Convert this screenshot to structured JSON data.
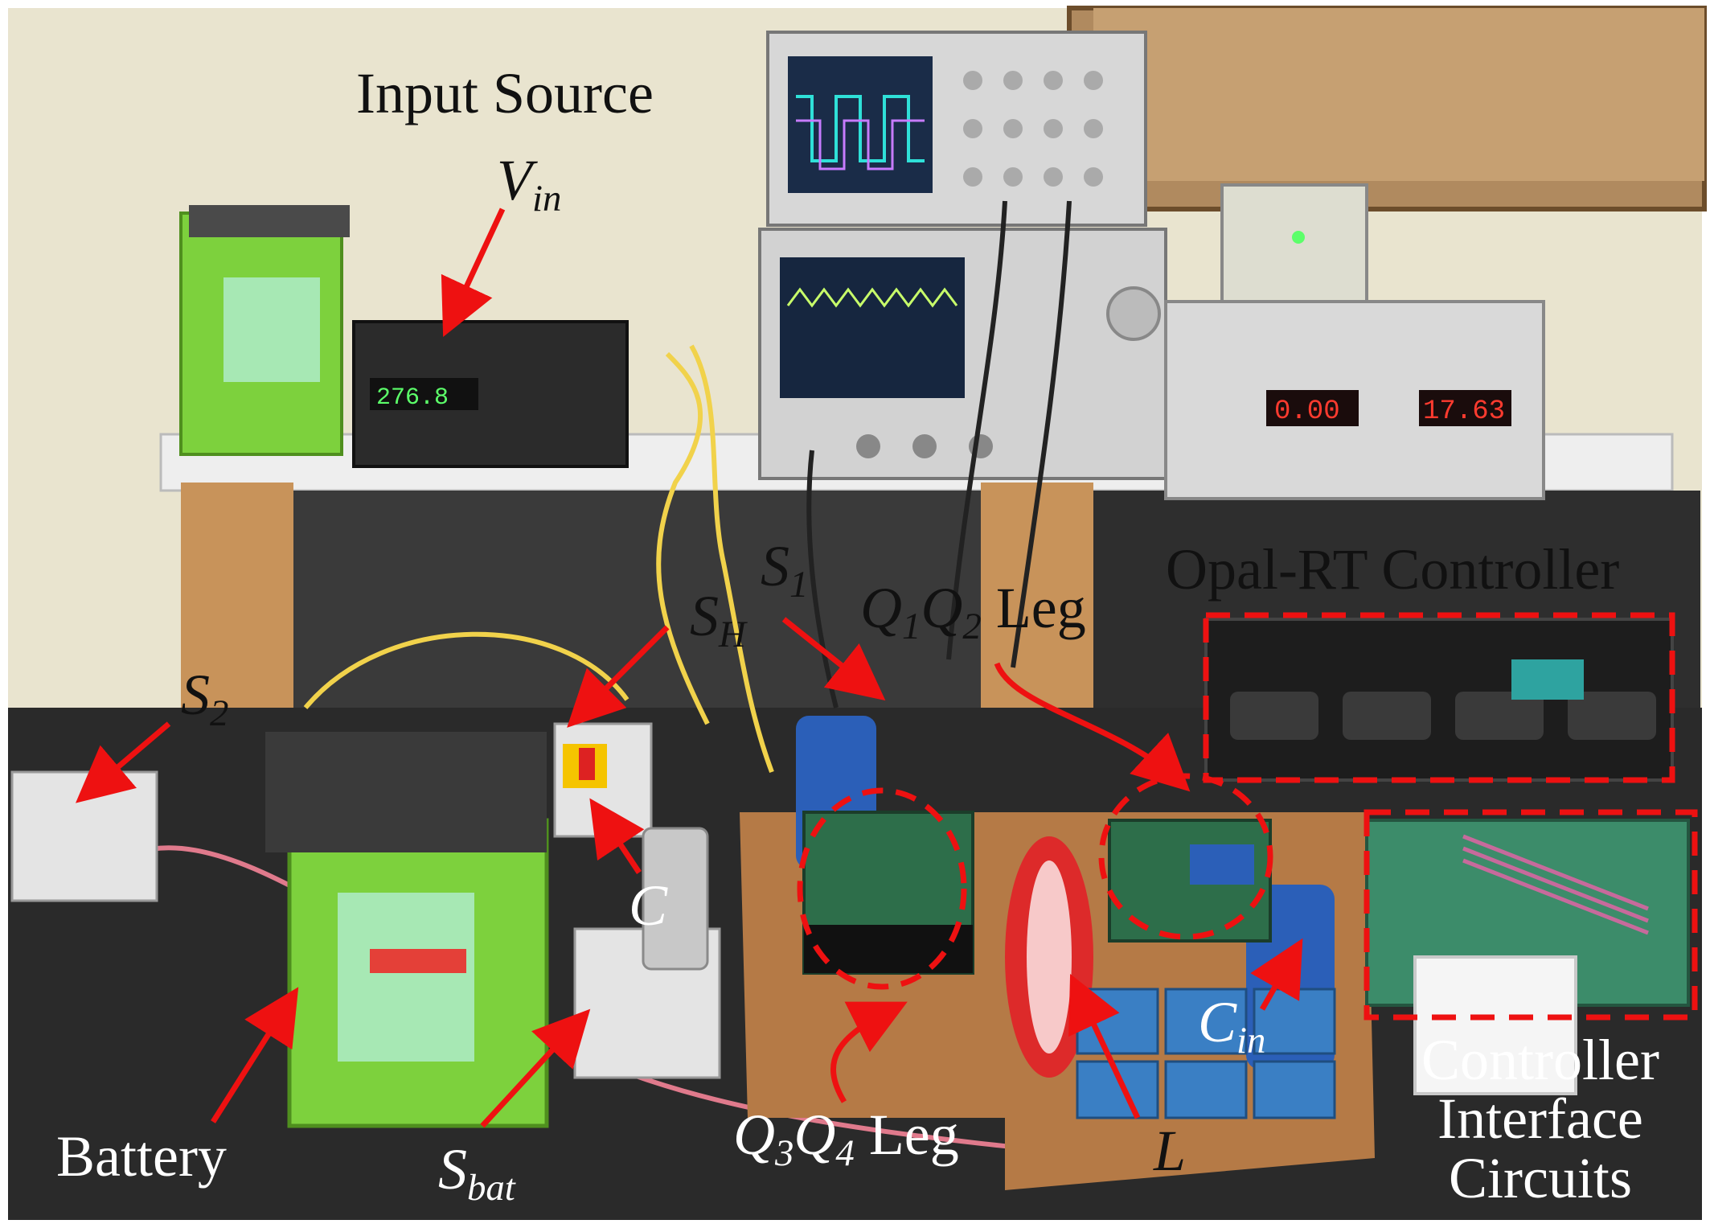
{
  "labels": {
    "input_source": "Input Source",
    "vin": {
      "main": "V",
      "sub": "in"
    },
    "s1": {
      "main": "S",
      "sub": "1"
    },
    "sh": {
      "main": "S",
      "sub": "H"
    },
    "s2": {
      "main": "S",
      "sub": "2"
    },
    "q1q2": {
      "q1": "Q",
      "q1_sub": "1",
      "q2": "Q",
      "q2_sub": "2",
      "suffix": " Leg"
    },
    "q3q4": {
      "q3": "Q",
      "q3_sub": "3",
      "q4": "Q",
      "q4_sub": "4",
      "suffix": " Leg"
    },
    "opal_rt": "Opal-RT Controller",
    "c": "C",
    "cin": {
      "main": "C",
      "sub": "in"
    },
    "l": "L",
    "battery": "Battery",
    "sbat": {
      "main": "S",
      "sub": "bat"
    },
    "controller_interface": [
      "Controller",
      "Interface",
      "Circuits"
    ]
  },
  "instrument_displays": {
    "dc_supply_readout": "276.8",
    "meter_left": "0.00",
    "meter_right": "17.63"
  },
  "colors": {
    "annotation_red": "#ee1111",
    "wall": "#e9e4cf",
    "bench_top": "#2a2a2a",
    "green_box": "#7dd13d",
    "board_wood": "#b57a46"
  }
}
